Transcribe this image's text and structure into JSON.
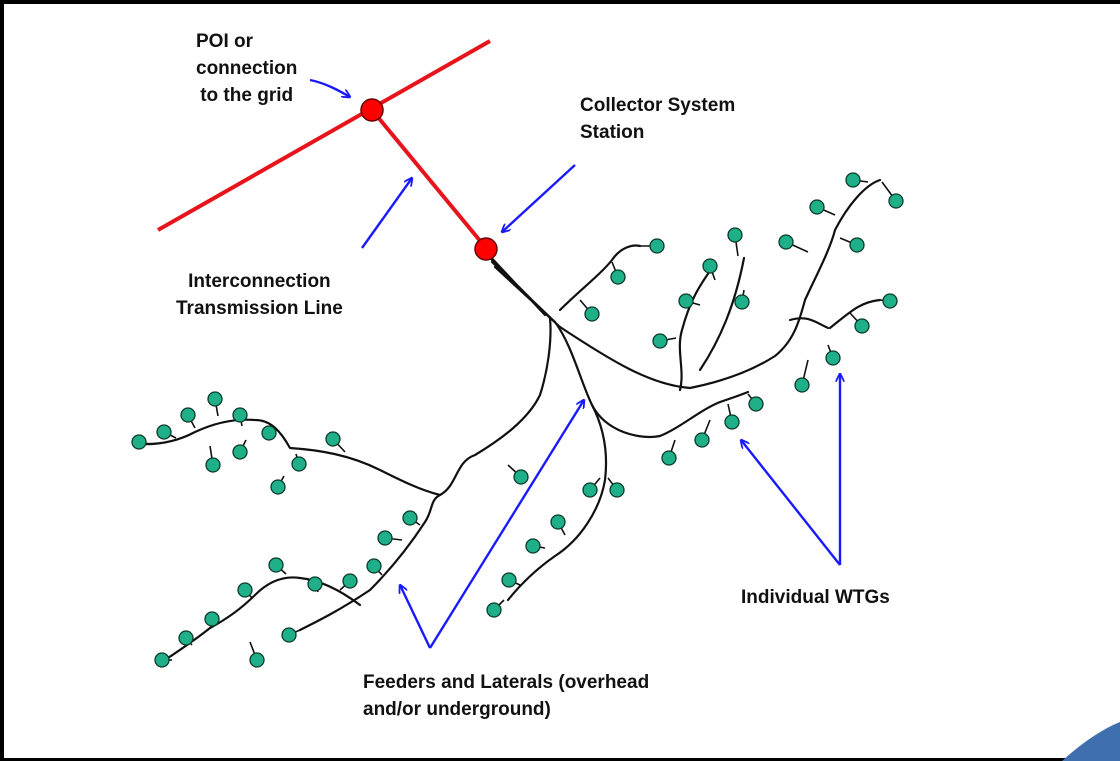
{
  "labels": {
    "poi": [
      "POI or",
      "connection",
      "to the grid"
    ],
    "collector": [
      "Collector System",
      "Station"
    ],
    "interconnection": [
      "Interconnection",
      "Transmission Line"
    ],
    "wtgs": [
      "Individual WTGs"
    ],
    "feeders": [
      "Feeders and Laterals (overhead",
      "and/or underground)"
    ]
  },
  "colors": {
    "grid_line": "#e8141c",
    "node_fill": "#ff0000",
    "feeder": "#111111",
    "turbine_fill": "#1fb08a",
    "turbine_stroke": "#0a3b2c",
    "arrow": "#1a1aff",
    "corner_accent": "#3f6fae"
  }
}
